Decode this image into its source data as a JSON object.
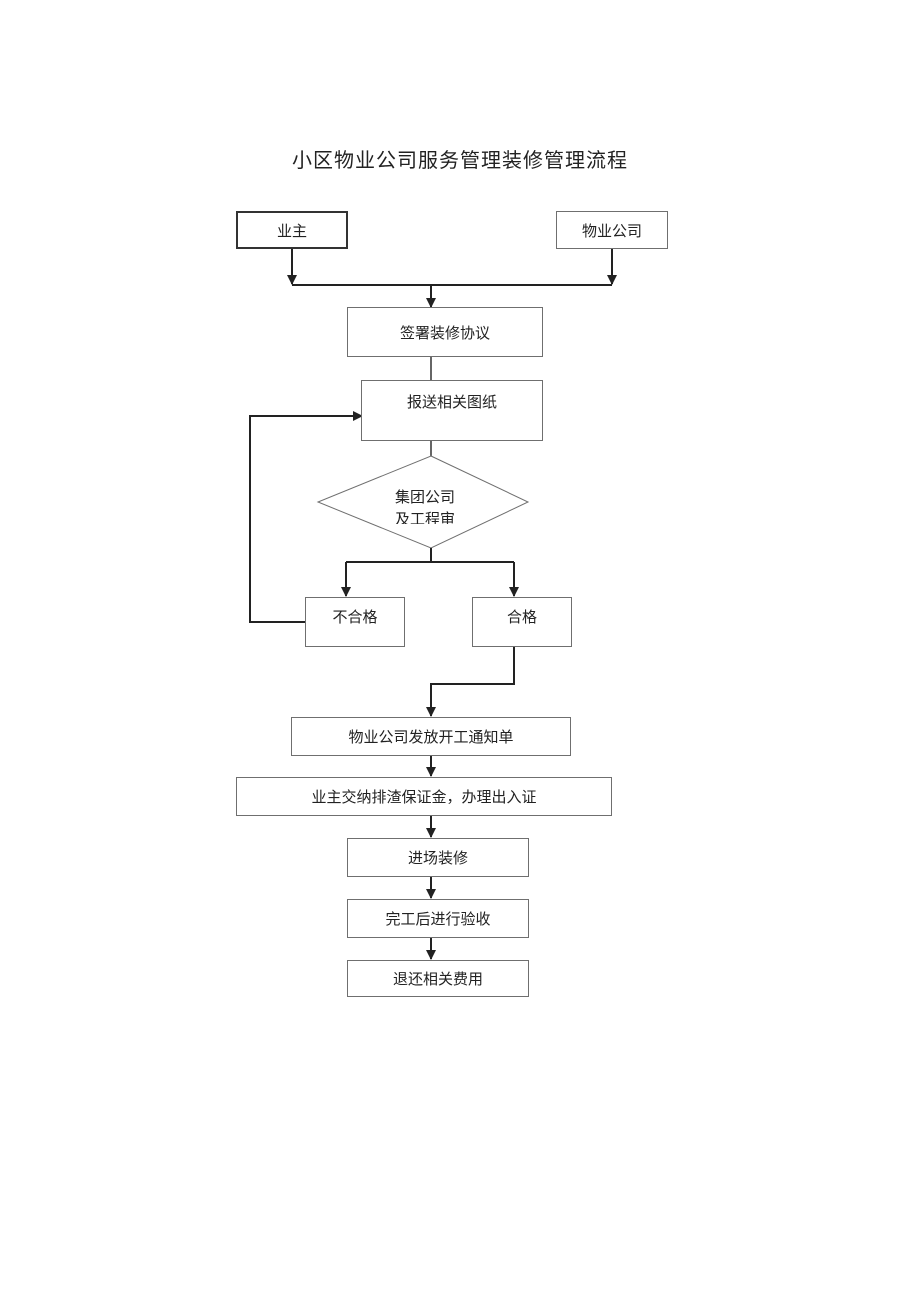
{
  "title": "小区物业公司服务管理装修管理流程",
  "nodes": {
    "owner": "业主",
    "property_company": "物业公司",
    "sign_agreement": "签署装修协议",
    "submit_drawings": "报送相关图纸",
    "review_line1": "集团公司",
    "review_line2": "及工程审",
    "unqualified": "不合格",
    "qualified": "合格",
    "issue_notice": "物业公司发放开工通知单",
    "pay_deposit": "业主交纳排渣保证金，办理出入证",
    "enter_site": "进场装修",
    "acceptance": "完工后进行验收",
    "refund_fees": "退还相关费用"
  },
  "colors": {
    "line": "#222222",
    "box_border": "#6f6f6f"
  }
}
